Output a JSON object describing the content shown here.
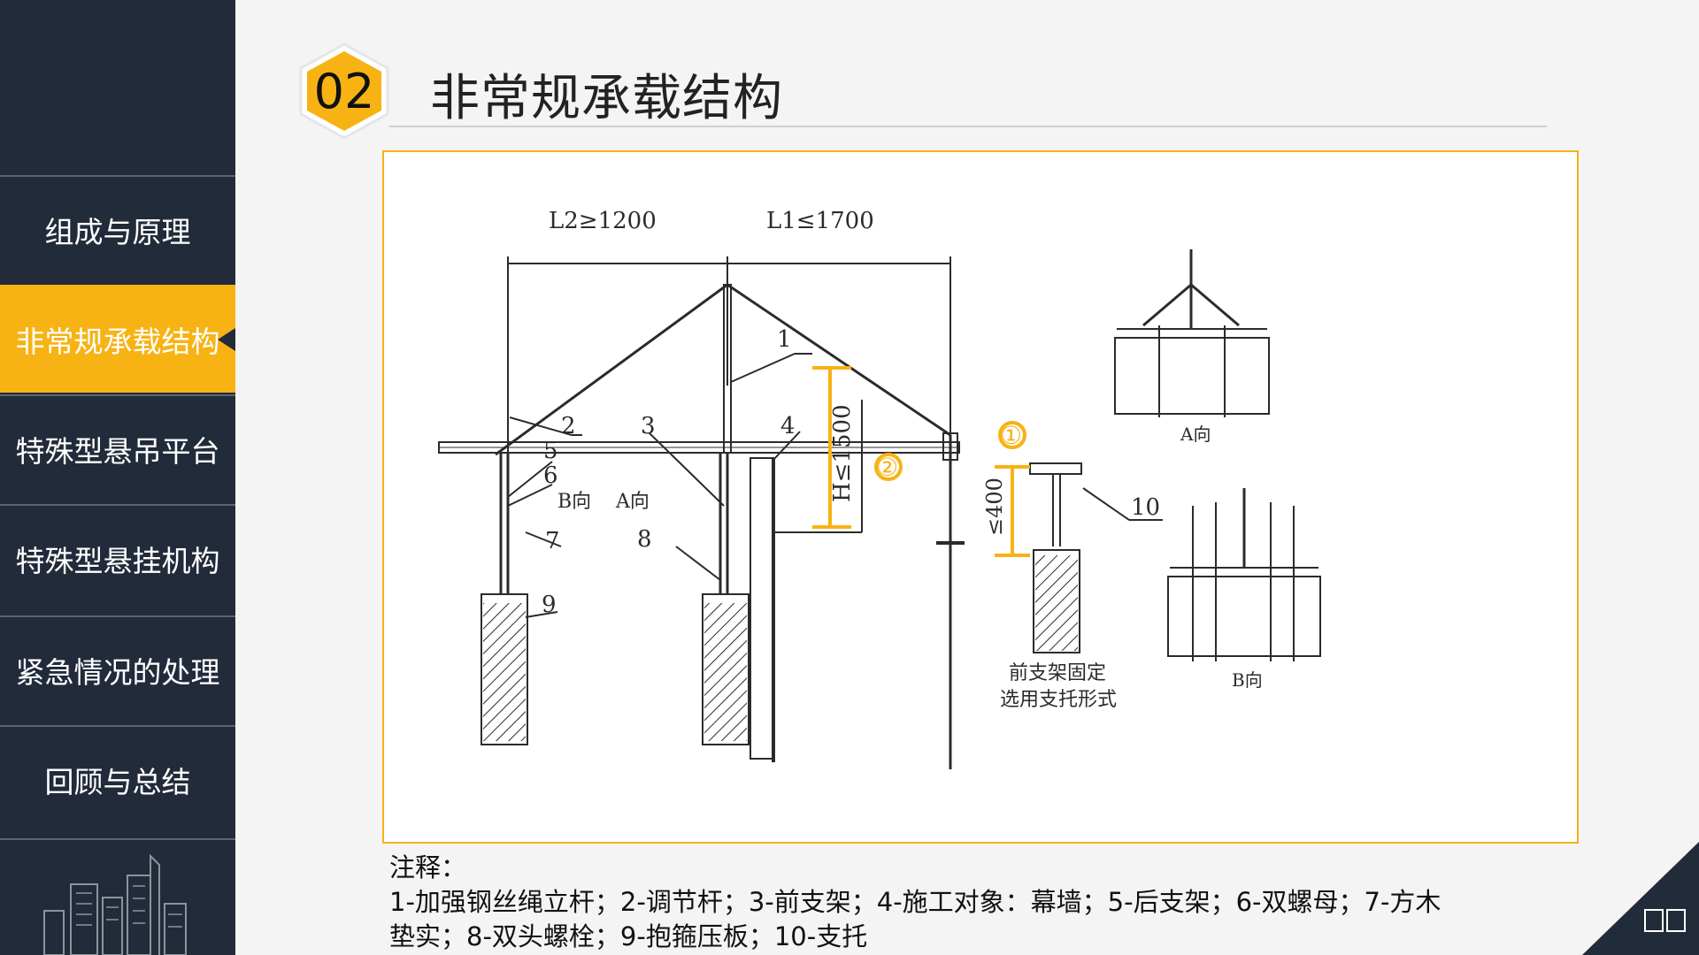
{
  "colors": {
    "sidebar_bg": "#222b3a",
    "accent": "#f7b214",
    "divider": "#5b6472"
  },
  "section_number": "02",
  "title": "非常规承载结构",
  "nav": {
    "items": [
      {
        "label": "组成与原理",
        "active": false
      },
      {
        "label": "非常规承载结构",
        "active": true
      },
      {
        "label": "特殊型悬吊平台",
        "active": false
      },
      {
        "label": "特殊型悬挂机构",
        "active": false
      },
      {
        "label": "紧急情况的处理",
        "active": false
      },
      {
        "label": "回顾与总结",
        "active": false
      }
    ]
  },
  "diagram": {
    "dim_l2": "L2≥1200",
    "dim_l1": "L1≤1700",
    "dim_h": "H≤1500",
    "dim_400": "≤400",
    "callout_1": "①",
    "callout_2": "②",
    "part_numbers": [
      "1",
      "2",
      "3",
      "4",
      "5",
      "6",
      "7",
      "8",
      "9",
      "10"
    ],
    "label_b_dir": "B向",
    "label_a_dir": "A向",
    "view_a": "A向",
    "view_b": "B向",
    "detail_caption_line1": "前支架固定",
    "detail_caption_line2": "选用支托形式"
  },
  "notes": {
    "heading": "注释：",
    "line1": "1-加强钢丝绳立杆；2-调节杆；3-前支架；4-施工对象：幕墙；5-后支架；6-双螺母；7-方木",
    "line2": "垫实；8-双头螺栓；9-抱箍压板；10-支托"
  },
  "icons": {
    "corner": "slideshow-icon",
    "decoration": "city-skyline-icon"
  }
}
